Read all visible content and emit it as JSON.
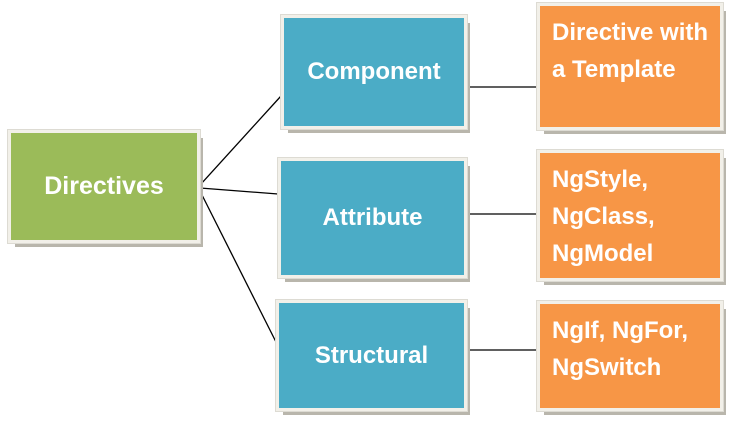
{
  "diagram": {
    "root": {
      "label": "Directives",
      "color": "#9BBB59"
    },
    "categories": [
      {
        "label": "Component",
        "color": "#4BACC6",
        "detail": "Directive with a Template",
        "detail_lines": [
          "Directive with",
          "a Template"
        ],
        "detail_color": "#F79646"
      },
      {
        "label": "Attribute",
        "color": "#4BACC6",
        "detail": "NgStyle, NgClass, NgModel",
        "detail_lines": [
          "NgStyle,",
          "NgClass,",
          "NgModel"
        ],
        "detail_color": "#F79646"
      },
      {
        "label": "Structural",
        "color": "#4BACC6",
        "detail": "NgIf, NgFor, NgSwitch",
        "detail_lines": [
          "NgIf, NgFor,",
          "NgSwitch"
        ],
        "detail_color": "#F79646"
      }
    ],
    "text_color": "#FFFFFF",
    "connector_color": "#000000",
    "spellcheck_squiggle_color": "#7a8a1f"
  }
}
